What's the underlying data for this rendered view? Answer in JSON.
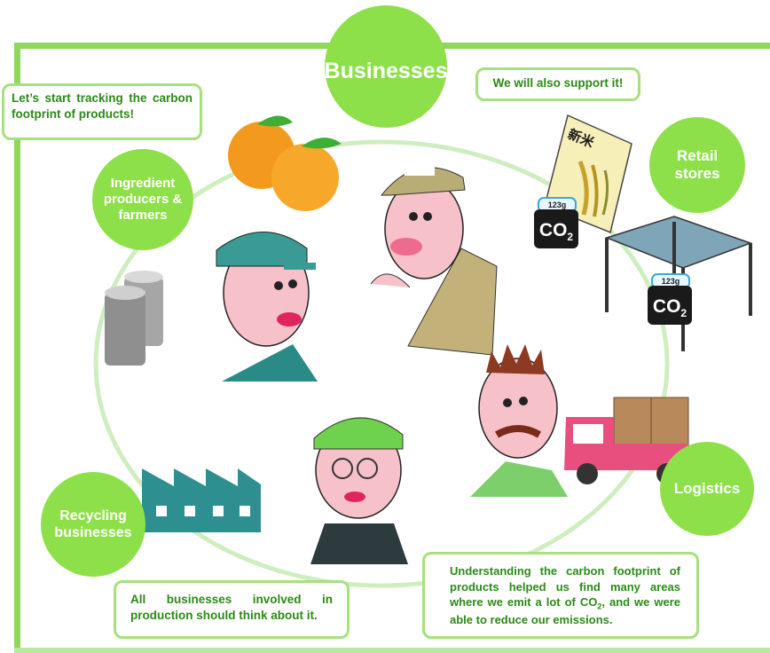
{
  "hub": {
    "label": "Businesses"
  },
  "nodes": {
    "producers": "Ingredient producers & farmers",
    "retail": "Retail stores",
    "logistics": "Logistics",
    "recycling": "Recycling businesses"
  },
  "callouts": {
    "tracking": "Let’s start tracking the carbon footprint of products!",
    "support": "We will also support it!",
    "involved": "All businesses involved in production should think about it.",
    "understanding_part1": "Understanding the carbon footprint of products helped us find many areas where we emit a lot of CO",
    "understanding_sub": "2",
    "understanding_part2": ", and we were able to reduce our emissions."
  },
  "labels": {
    "co2_text": "CO",
    "co2_sub": "2",
    "weight": "123g",
    "rice_bag": "新米"
  },
  "colors": {
    "accent_green": "#8ee04a",
    "frame_green": "#8fd65c",
    "text_green": "#2a8a16"
  }
}
